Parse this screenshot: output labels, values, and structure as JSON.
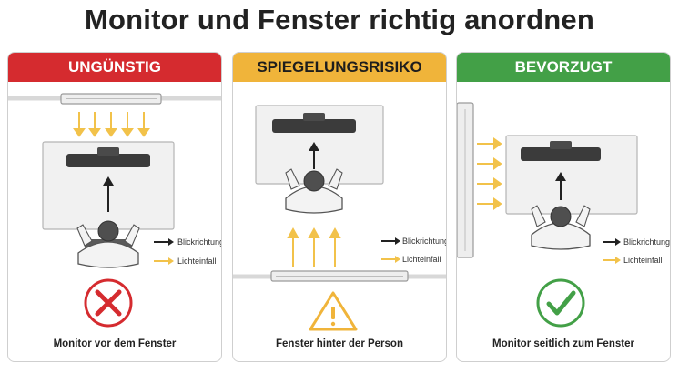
{
  "title": "Monitor und Fenster richtig anordnen",
  "colors": {
    "bad": "#d52b2f",
    "warning": "#f0b43a",
    "good": "#43a047",
    "light_arrow": "#f2c24a",
    "gaze_arrow": "#222222"
  },
  "legend": {
    "gaze": "Blickrichtung",
    "light": "Lichteinfall"
  },
  "panels": [
    {
      "heading": "UNGÜNSTIG",
      "status_icon": "cross-icon",
      "caption": "Monitor vor dem Fenster"
    },
    {
      "heading": "SPIEGELUNGSRISIKO",
      "status_icon": "warning-icon",
      "caption": "Fenster hinter der Person"
    },
    {
      "heading": "BEVORZUGT",
      "status_icon": "check-icon",
      "caption": "Monitor seitlich zum Fenster"
    }
  ]
}
